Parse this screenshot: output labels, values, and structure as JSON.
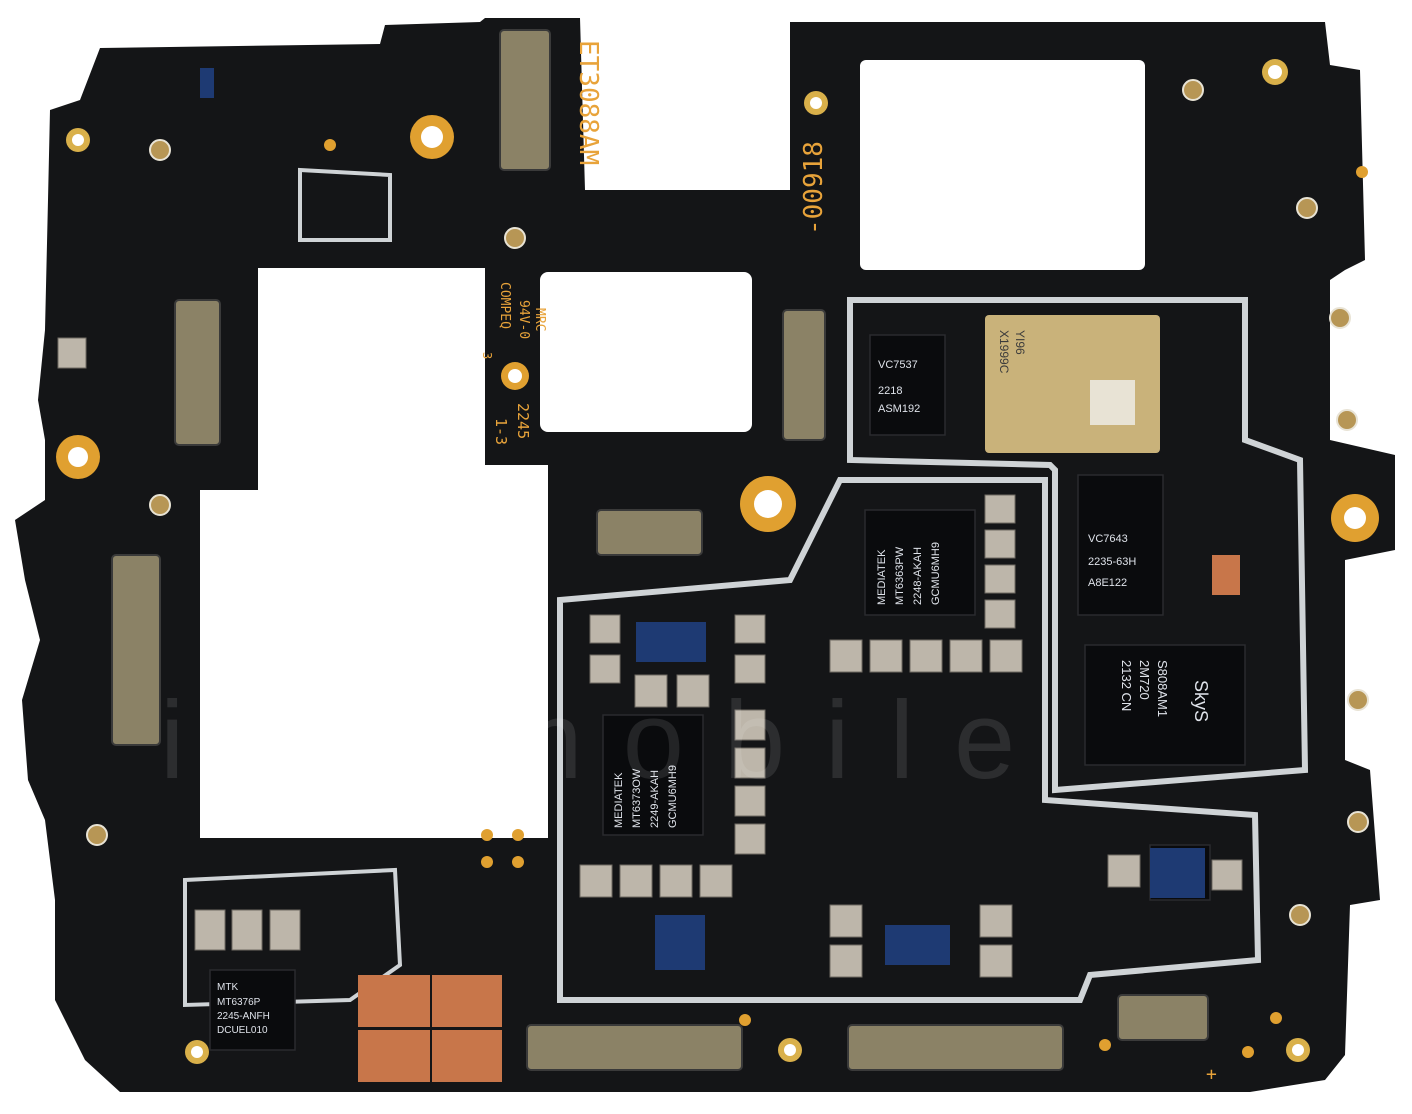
{
  "board": {
    "pcb_color": "#141517",
    "silkscreen_color": "#e8a33a",
    "shield_color": "#cfd3d6",
    "labels": {
      "model": "ET3088AM",
      "part_no": "-00918",
      "mrc": "MRC",
      "flammability": "94V-0",
      "maker": "COMPEQ",
      "layer_mark": "3",
      "date_code": "2245",
      "rev": "1-3",
      "plus_mark": "+"
    },
    "watermark": "ictomobile"
  },
  "chips": {
    "vc7537": [
      "VC7537",
      "2218",
      "ASM192"
    ],
    "vc7643": [
      "VC7643",
      "2235-63H",
      "A8E122"
    ],
    "sky": [
      "S808AM1",
      "2M720",
      "2132 CN"
    ],
    "sky_logo": "SkyS",
    "mediatek_top": [
      "MEDIATEK",
      "MT6363PW",
      "2248-AKAH",
      "GCMU6MH9"
    ],
    "mediatek_mid": [
      "MEDIATEK",
      "MT6373OW",
      "2249-AKAH",
      "GCMU6MH9"
    ],
    "mtk": [
      "MTK",
      "MT6376P",
      "2245-ANFH",
      "DCUEL010"
    ],
    "wifi_module": [
      "X1999C",
      "YI96"
    ]
  }
}
